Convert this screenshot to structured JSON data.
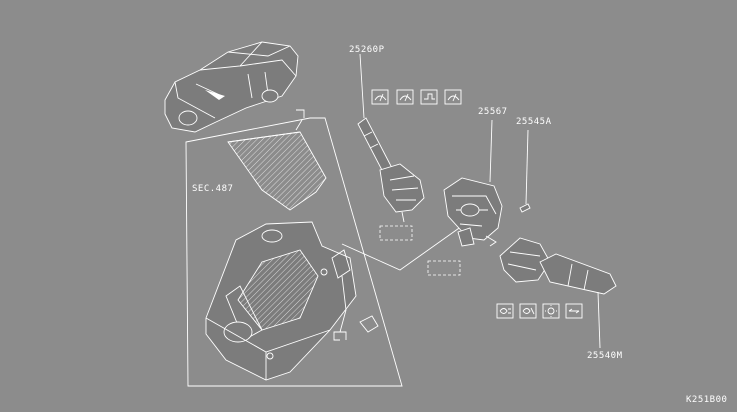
{
  "labels": {
    "part_25260p": "25260P",
    "part_25567": "25567",
    "part_25545a": "25545A",
    "part_25540m": "25540M",
    "section_ref": "SEC.487",
    "diagram_code": "K251B00"
  },
  "colors": {
    "background": "#8c8c8c",
    "line": "#ffffff"
  },
  "icons": {
    "wiper_symbols": [
      "wiper-icon",
      "wiper-intermittent-icon",
      "washer-icon",
      "rear-wiper-icon"
    ],
    "light_symbols": [
      "headlamp-icon",
      "fog-lamp-icon",
      "light-sun-icon",
      "beam-switch-icon"
    ]
  }
}
